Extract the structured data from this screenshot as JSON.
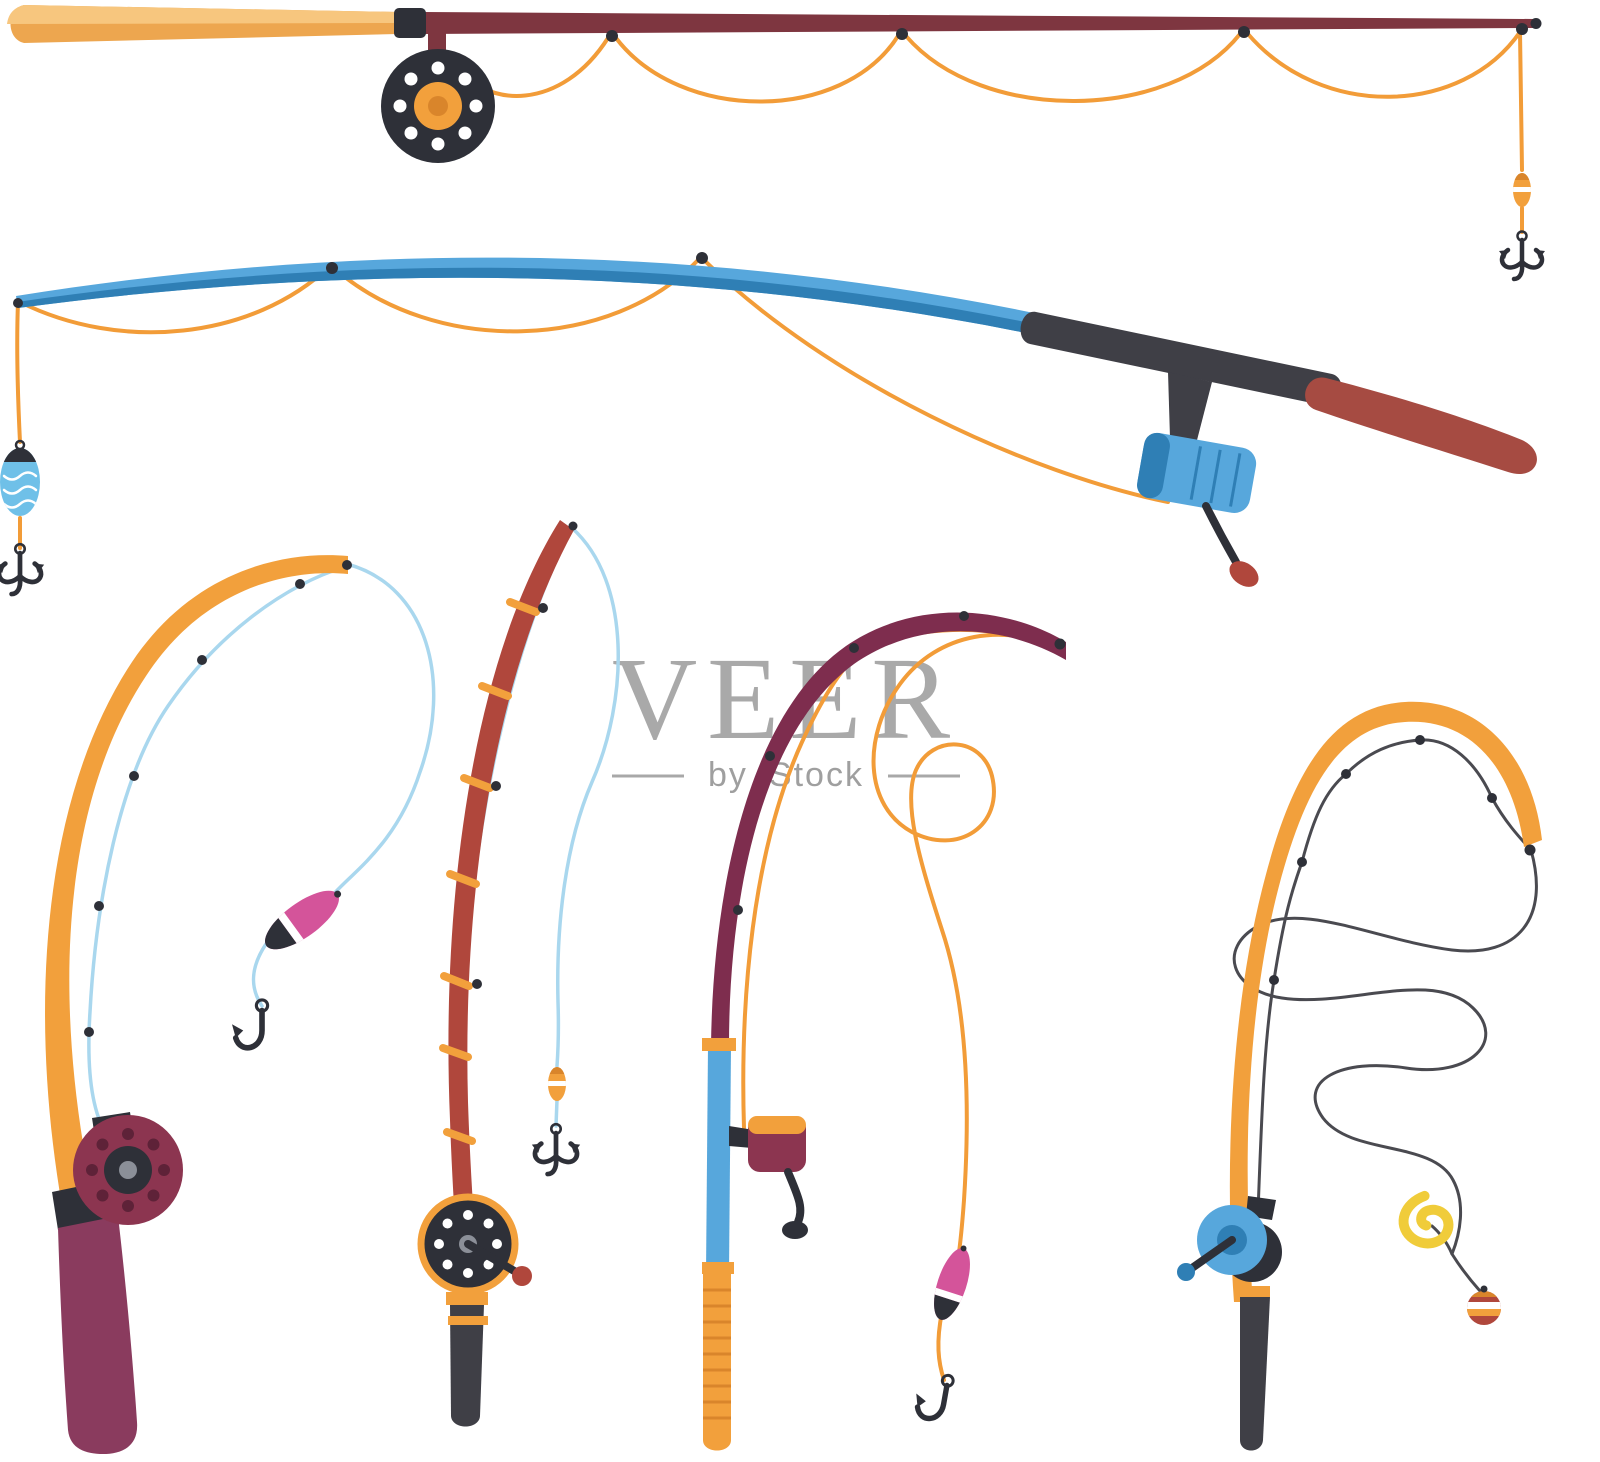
{
  "watermark": {
    "title": "VEER",
    "subtitle": "by iStock"
  },
  "illustration": {
    "items": [
      {
        "id": "rod-top-horizontal",
        "label": "horizontal rod with orange handle, round fly reel, draped line, float and treble hook"
      },
      {
        "id": "rod-spinning-blue",
        "label": "blue spinning rod with blue reel, red grip and blue fish spoon lure"
      },
      {
        "id": "rod-curved-orange-left",
        "label": "bent orange rod with maroon round reel, pink float and single hook"
      },
      {
        "id": "rod-red-vertical",
        "label": "red rod with orange wraps, round reel, small orange float and treble hook"
      },
      {
        "id": "rod-two-tone-purple",
        "label": "purple and blue rod with looping line, pink float and single hook"
      },
      {
        "id": "rod-crook-orange-right",
        "label": "strongly curved orange rod with blue reel, tangled gray line, yellow grub lure and striped bobber"
      }
    ]
  },
  "palette": {
    "orange": "#F2A03C",
    "orangeDeep": "#D9852B",
    "handle": "#EDA64F",
    "handleLight": "#F7C67E",
    "maroon": "#7E3640",
    "maroon2": "#7E2D4E",
    "dark": "#2E3038",
    "blue": "#57A7DC",
    "blueDeep": "#2F7FB5",
    "lightBlue": "#A9D7EE",
    "grayDark": "#3F3F46",
    "grayMid": "#8B8F98",
    "brownRed": "#A64B42",
    "redRod": "#B0473C",
    "plum": "#8A3B5E",
    "plumDeep": "#5E2238",
    "reelMaroon": "#8C3550",
    "pink": "#D4549A",
    "white": "#FFFFFF",
    "fishBlue": "#6FC0E8",
    "yellow": "#F0CC3A",
    "lineOrange": "#F29C38",
    "lineGray": "#4A4A50",
    "watermark": "#9B9B9B",
    "watermarkSub": "#8F8F8F"
  }
}
